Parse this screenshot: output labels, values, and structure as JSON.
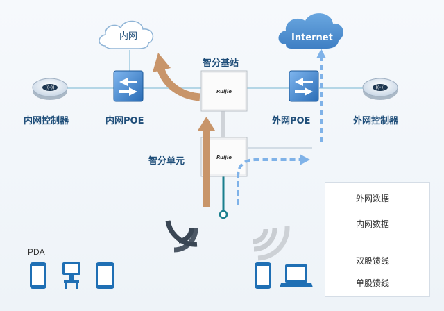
{
  "clouds": {
    "intranet": "内网",
    "internet": "Internet"
  },
  "labels": {
    "base_station": "智分基站",
    "unit": "智分单元",
    "intranet_poe": "内网POE",
    "extranet_poe": "外网POE",
    "intranet_controller": "内网控制器",
    "extranet_controller": "外网控制器",
    "pda": "PDA",
    "ap_brand": "Ruijie"
  },
  "legend": {
    "external_data": "外网数据",
    "internal_data": "内网数据",
    "twisted_pair": "双股馈线",
    "single_feeder": "单股馈线"
  },
  "colors": {
    "internal_arrow": "#c8956a",
    "external_arrow": "#7fb2e8",
    "twisted_pair": "#1a7f8e",
    "single_feeder": "#cfd3d8",
    "label_text": "#1f4e79",
    "device_blue": "#1f6fb4"
  },
  "icons": [
    "cloud-icon",
    "router-icon",
    "poe-switch-icon",
    "access-point-icon",
    "wifi-signal-icon",
    "phone-icon",
    "workstation-icon",
    "tablet-icon",
    "laptop-icon"
  ]
}
